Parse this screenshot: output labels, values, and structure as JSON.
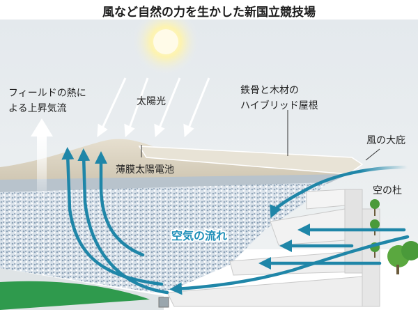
{
  "title": "風など自然の力を生かした新国立競技場",
  "labels": {
    "field_heat_line1": "フィールドの熱に",
    "field_heat_line2": "よる上昇気流",
    "sunlight": "太陽光",
    "roof_line1": "鉄骨と木材の",
    "roof_line2": "ハイブリッド屋根",
    "wind_eaves": "風の大庇",
    "solar_cell": "薄膜太陽電池",
    "sky_forest": "空の杜",
    "airflow": "空気の流れ"
  },
  "colors": {
    "airflow_arrow": "#1f86a8",
    "airflow_text": "#1f8fb8",
    "sky": "#e9edf0",
    "sun": "#fdf6c0",
    "roof": "#d9d1c0",
    "field": "#2f9a4d",
    "tree": "#4a9a3a",
    "stand": "#f2f2f2"
  },
  "icons": [
    "sun-icon",
    "sunlight-ray-icon",
    "updraft-arrow-icon",
    "airflow-arrow-icon",
    "tree-icon"
  ]
}
